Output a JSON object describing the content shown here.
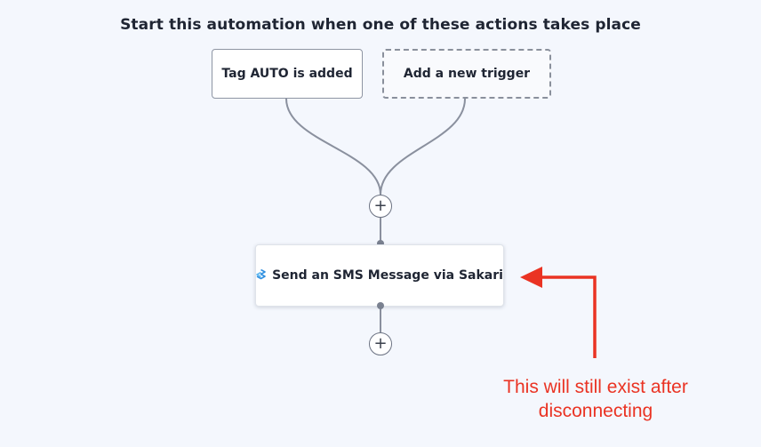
{
  "header": {
    "title": "Start this automation when one of these actions takes place"
  },
  "triggers": [
    {
      "label": "Tag AUTO is added"
    },
    {
      "label": "Add a new trigger"
    }
  ],
  "add_step": {
    "icon": "plus-icon",
    "glyph": "+"
  },
  "action": {
    "label": "Send an SMS Message via Sakari",
    "icon": "sakari-logo-icon"
  },
  "annotation": {
    "line1": "This will still exist after",
    "line2": "disconnecting",
    "color": "#ea3323"
  },
  "colors": {
    "background": "#f4f7fd",
    "connector": "#8a909e",
    "annotation_red": "#ea3323",
    "text": "#1f2533"
  }
}
